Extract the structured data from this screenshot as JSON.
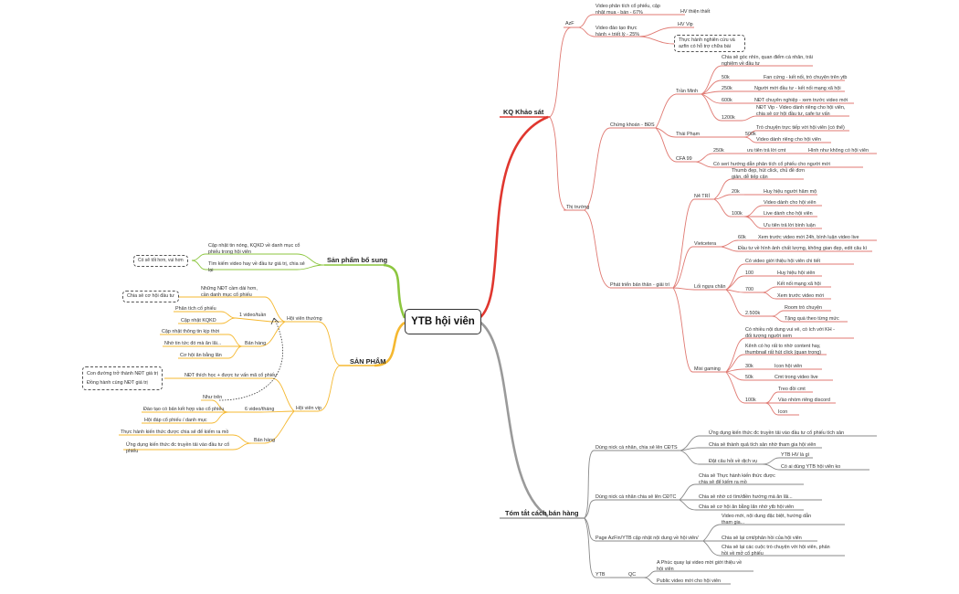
{
  "root": "YTB hội viên",
  "main": {
    "survey": "KQ Khảo sát",
    "sales": "Tóm tắt cách bán hàng",
    "product": "SẢN PHẨM",
    "extra": "Sản phẩm bổ sung"
  },
  "survey": {
    "azf": "AzF",
    "azf_video1": "Video phân tích cổ phiếu, cập nhật mua - bán - 67%",
    "azf_hv_thien_thiet": "HV thiện thiết",
    "azf_video2": "Video đào tạo thực hành + triết lý - 25%",
    "azf_hv_vip": "HV Vip",
    "azf_box": "Thực hành nghiên cứu và azfin có hỗ trợ chữa bài",
    "market": "Thị trường",
    "ck_bds": "Chứng khoán - BĐS",
    "tran_minh": "Trần Minh",
    "tm_note": "Chia sẻ góc nhìn, quan điểm cá nhân, trải nghiệm về đầu tư",
    "tm_50k": "50k",
    "tm_50k_d": "Fan cứng - kết nối, trò chuyện trên ytb",
    "tm_250k": "250k",
    "tm_250k_d": "Người mới đầu tư - kết nối mạng xã hội",
    "tm_600k": "600k",
    "tm_600k_d": "NĐT chuyên nghiệp - xem trước video mới",
    "tm_1200k": "1200k",
    "tm_1200k_d": "NĐT Vip - Video dành riêng cho hội viên, chia sẻ cơ hội đầu tư, cafe tư vấn",
    "thai_pham": "Thái Phạm",
    "tp_500k": "500k",
    "tp_d1": "Trò chuyện trực tiếp với hội viên (có thể)",
    "tp_d2": "Video dành riêng cho hội viên",
    "cfa": "CFA 99",
    "cfa_250k": "250k",
    "cfa_d1": "ưu tiên trả lời cmt",
    "cfa_d2": "Hình như không có hội viên",
    "cfa_d3": "Có serí hướng dẫn phân tích cổ phiếu cho người mới",
    "dev": "Phát triển bản thân - giải trí",
    "nh_tri": "N4 TRÍ",
    "nh_note": "Thumb đẹp, hút click, chủ đề đơn giản, dễ tiếp cận",
    "nh_20k": "20k",
    "nh_20k_d": "Huy hiệu người hâm mộ",
    "nh_100k": "100k",
    "nh_100k_d1": "Video dành cho hội viên",
    "nh_100k_d2": "Live dành cho hội viên",
    "nh_100k_d3": "Ưu tiên trả lời bình luận",
    "vietcetera": "Vietcetera",
    "vc_60k": "60k",
    "vc_60k_d": "Xem trước video mới 24h, bình luận video live",
    "vc_note": "Đầu tư về hình ảnh chất lượng, không gian đẹp, edit câu kì",
    "loi_ngua": "Lối ngựa chăn",
    "ln_note": "Có video giới thiệu hội viên chi tiết",
    "ln_100": "100",
    "ln_100_d": "Huy hiệu hội viên",
    "ln_700": "700",
    "ln_700_d1": "Kết nối mạng xã hội",
    "ln_700_d2": "Xem trước video mới",
    "ln_2500k": "2.500k",
    "ln_2500k_d1": "Room trò chuyện",
    "ln_2500k_d2": "Tặng quà theo từng mức",
    "mixi": "Mixi gaming",
    "mx_note1": "Có nhiều nội dung vui vẻ, có ích với KH - đối tượng người xem",
    "mx_note2": "Kênh có họ rất to nhờ content hay, thumbnail rất hút click (quan trọng)",
    "mx_30k": "30k",
    "mx_30k_d": "Icon hội viên",
    "mx_50k": "50k",
    "mx_50k_d": "Cmt trong video live",
    "mx_100k": "100k",
    "mx_100k_d1": "Treo đồi cmt",
    "mx_100k_d2": "Vào nhóm riêng discord",
    "mx_100k_d3": "Icon"
  },
  "sales": {
    "s1": "Dùng nick cá nhân, chia sẻ lên CĐTS",
    "s1_d1": "Ứng dụng kiến thức đc truyền tải vào đầu tư cổ phiếu tích sản",
    "s1_d2": "Chia sẻ thành quả tích sản nhờ tham gia hội viên",
    "s1_d3": "Đặt câu hỏi về dịch vụ",
    "s1_d3a": "YTB HV là gì",
    "s1_d3b": "Có ai dùng YTB hội viên ko",
    "s2": "Dùng nick cá nhân chia sẻ lên CĐTC",
    "s2_d1": "Chia sẻ Thực hành kiến thức được chia sẻ để kiếm ra mồ",
    "s2_d2": "Chia sẻ nhờ có tìm/điền hướng mà ăn lãi...",
    "s2_d3": "Chia sẻ cơ hội ăn bằng lãn nhờ ytb hội viên",
    "s3": "Page AzFin/YTB cập nhật nội dung về hội viên/",
    "s3_d1": "Video mới, nội dung đặc biệt, hướng dẫn tham gia...",
    "s3_d2": "Chia sẻ lại cmt/phản hồi của hội viên",
    "s3_d3": "Chia sẻ lại các cuộc trò chuyện với hội viên, phản hồi về mở cổ phiếu",
    "ytb": "YTB",
    "qc": "QC",
    "qc_d1": "A Phúc quay lại video mời giới thiệu về hội viên",
    "qc_d2": "Public video mới cho hội viên"
  },
  "extra": {
    "left": "Có sẽ tốt hơn, vui hơn",
    "e1": "Cập nhật tin nóng, KQKD về danh mục cổ phiếu trong hội viên",
    "e2": "Tìm kiếm video hay về đầu tư giá trị, chia sẻ lại"
  },
  "product": {
    "hv_thuong": "Hội viên thường",
    "ht_box": "Chia sẻ cơ hội đầu tư",
    "ht_note": "Những NĐT cầm dài hơn, cần danh mục cổ phiếu",
    "ht_1video": "1 video/tuần",
    "ht_v1": "Phân tích cổ phiếu",
    "ht_v2": "Cập nhật KQKD",
    "ban_hang": "Bản hàng",
    "ht_b1": "Cập nhật thông tin kịp thời",
    "ht_b2": "Nhờ tin tức đó mà ăn lãi...",
    "ht_b3": "Cơ hội ăn bằng lãn",
    "hv_vip": "Hội viên vip",
    "vip_box1": "Con đường trở thành NĐT giá trị",
    "vip_box2": "Đồng hành cùng NĐT giá trị",
    "vip_note": "NĐT thích học + được tư vấn mã cổ phiếu",
    "nhu_tren": "Như trên",
    "vip_6video": "6 video/tháng",
    "vip_v1": "Đào tạo có bản kết hợp vào cổ phiếu",
    "vip_v2": "Hội đáp cổ phiếu / danh mục",
    "vip_ban_hang": "Bản hàng",
    "vip_b1": "Thực hành kiến thức được chia sẻ để kiếm ra mồ",
    "vip_b2": "Ứng dụng kiến thức đc truyền tải vào đầu tư cổ phiếu"
  },
  "colors": {
    "survey": "#e0372f",
    "market": "#e07a73",
    "sales": "#8a8a8a",
    "product": "#f5b830",
    "extra": "#8cc63f"
  }
}
